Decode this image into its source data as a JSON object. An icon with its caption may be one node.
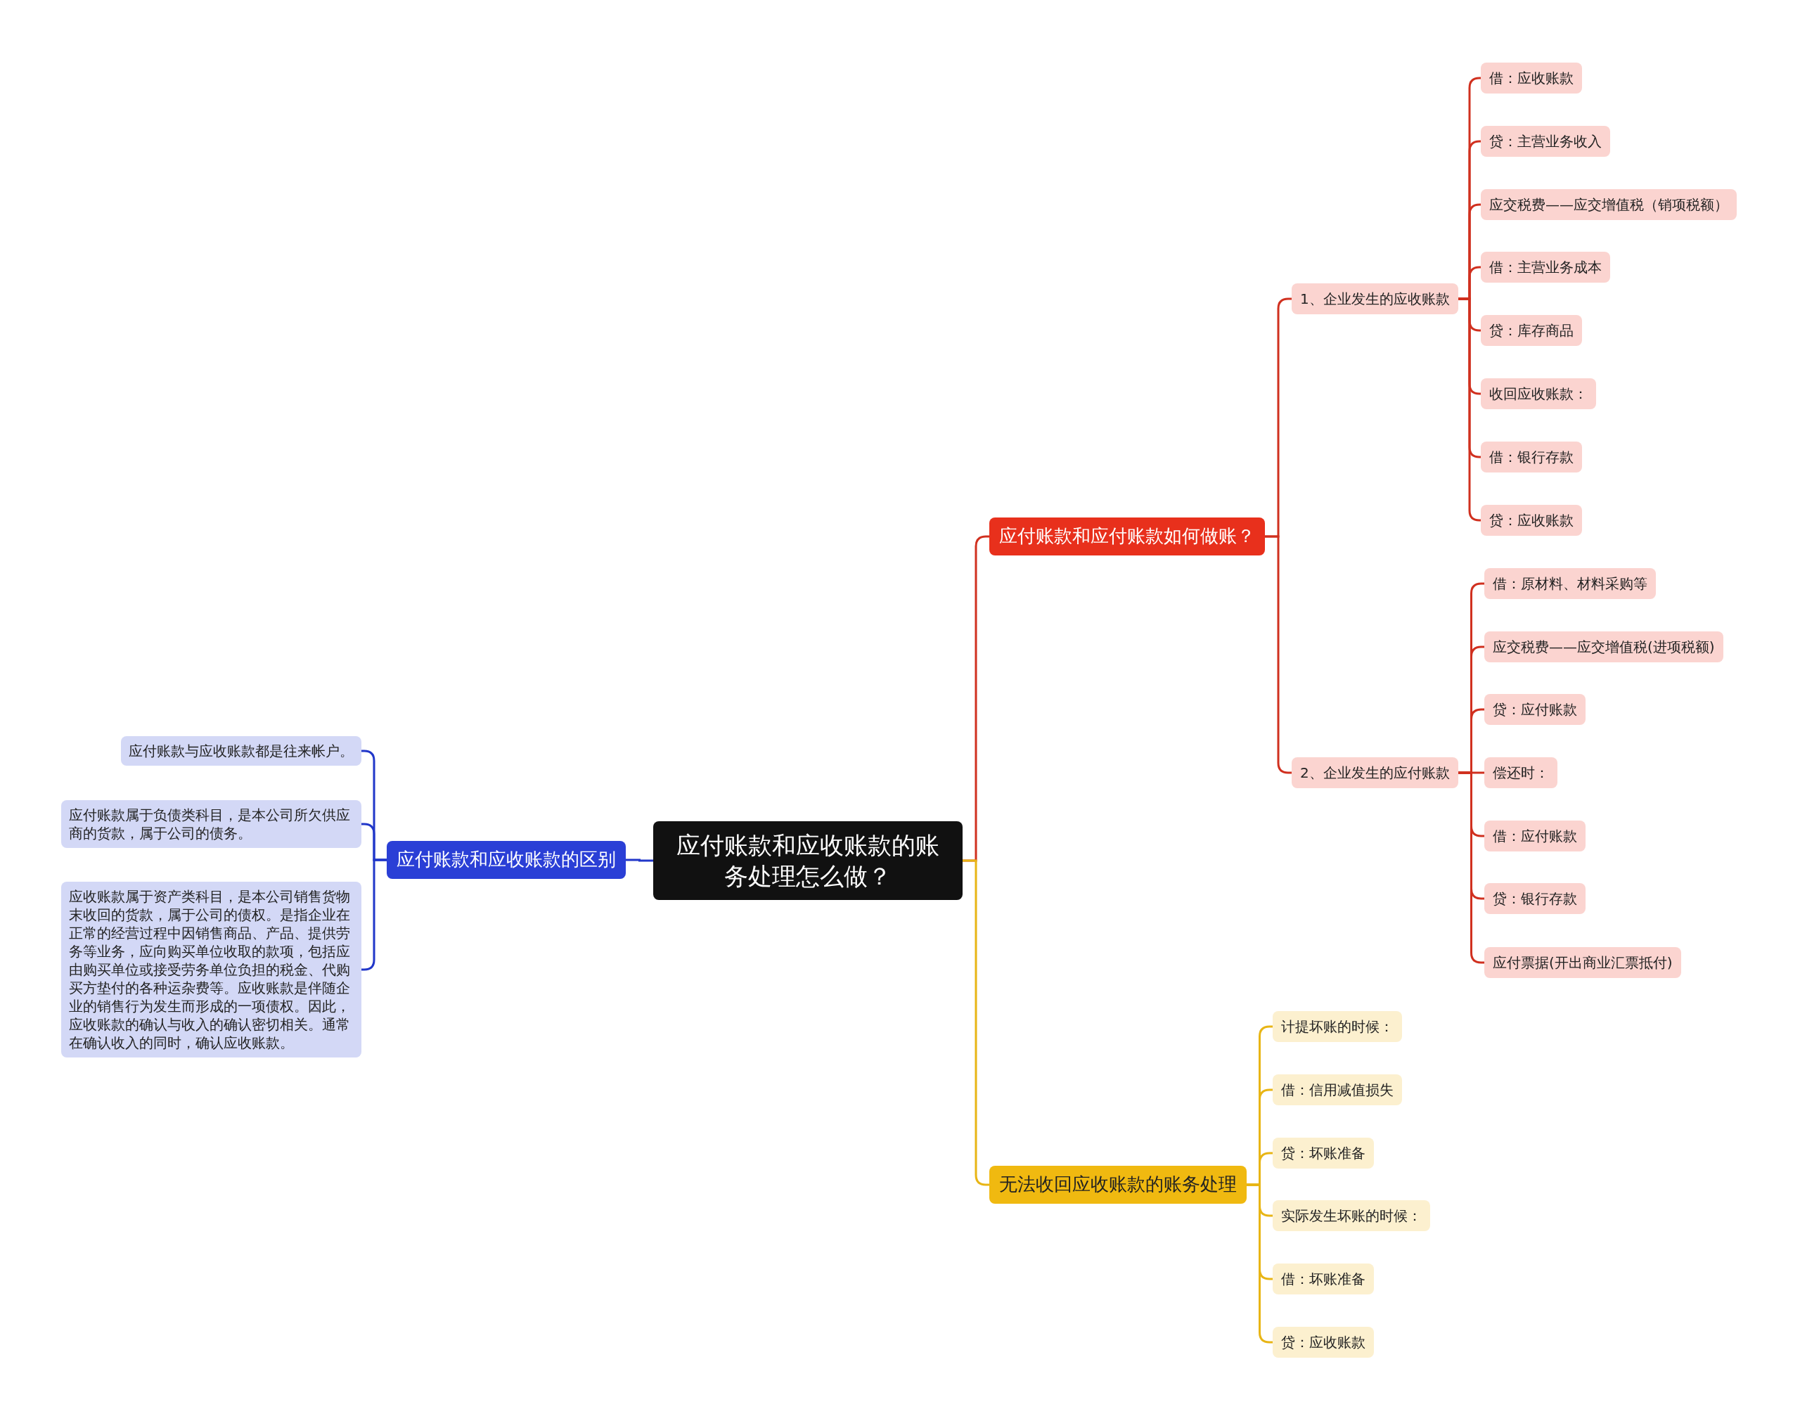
{
  "diagram": {
    "nodes": [
      {
        "text": [
          "应付账款和应收账款的账务处理怎么做？"
        ]
      },
      {
        "text": [
          "应付账款和应付账款如何做账？"
        ]
      },
      {
        "text": [
          "1、企业发生的应收账款"
        ]
      },
      {
        "text": [
          "借：应收账款"
        ]
      },
      {
        "text": [
          "贷：主营业务收入"
        ]
      },
      {
        "text": [
          "应交税费——应交增值税（销项税额）"
        ]
      },
      {
        "text": [
          "借：主营业务成本"
        ]
      },
      {
        "text": [
          "贷：库存商品"
        ]
      },
      {
        "text": [
          "收回应收账款："
        ]
      },
      {
        "text": [
          "借：银行存款"
        ]
      },
      {
        "text": [
          "贷：应收账款"
        ]
      },
      {
        "text": [
          "2、企业发生的应付账款"
        ]
      },
      {
        "text": [
          "借：原材料、材料采购等"
        ]
      },
      {
        "text": [
          "应交税费——应交增值税(进项税额)"
        ]
      },
      {
        "text": [
          "贷：应付账款"
        ]
      },
      {
        "text": [
          "偿还时："
        ]
      },
      {
        "text": [
          "借：应付账款"
        ]
      },
      {
        "text": [
          "贷：银行存款"
        ]
      },
      {
        "text": [
          "应付票据(开出商业汇票抵付)"
        ]
      },
      {
        "text": [
          "无法收回应收账款的账务处理"
        ]
      },
      {
        "text": [
          "计提坏账的时候："
        ]
      },
      {
        "text": [
          "借：信用减值损失"
        ]
      },
      {
        "text": [
          "贷：坏账准备"
        ]
      },
      {
        "text": [
          "实际发生坏账的时候："
        ]
      },
      {
        "text": [
          "借：坏账准备"
        ]
      },
      {
        "text": [
          "贷：应收账款"
        ]
      },
      {
        "text": [
          "应付账款和应收账款的区别"
        ]
      },
      {
        "text": [
          "应付账款与应收账款都是往来帐户。"
        ]
      },
      {
        "text": [
          "应付账款属于负债类科目，是本公司所欠供应商的货款，属于公司的债务。"
        ]
      },
      {
        "text": [
          "应收账款属于资产类科目，是本公司销售货物末收回的货款，属于公司的债权。是指企业在正常的经营过程中因销售商品、产品、提供劳务等业务，应向购买单位收取的款项，包括应由购买单位或接受劳务单位负担的税金、代购买方垫付的各种运杂费等。应收账款是伴随企业的销售行为发生而形成的一项债权。因此，应收账款的确认与收入的确认密切相关。通常在确认收入的同时，确认应收账款。"
        ]
      }
    ],
    "edges": [
      {
        "from": 0,
        "to": 1,
        "arrow": "none"
      },
      {
        "from": 0,
        "to": 19,
        "arrow": "none",
        "color": "#e8b515"
      },
      {
        "from": 0,
        "to": 26,
        "arrow": "none",
        "color": "#2137c9"
      },
      {
        "from": 1,
        "to": 2,
        "arrow": "none"
      },
      {
        "from": 1,
        "to": 11,
        "arrow": "none"
      },
      {
        "from": 2,
        "to": 3,
        "arrow": "none"
      },
      {
        "from": 2,
        "to": 4,
        "arrow": "none"
      },
      {
        "from": 2,
        "to": 5,
        "arrow": "none"
      },
      {
        "from": 2,
        "to": 6,
        "arrow": "none"
      },
      {
        "from": 2,
        "to": 7,
        "arrow": "none"
      },
      {
        "from": 2,
        "to": 8,
        "arrow": "none"
      },
      {
        "from": 2,
        "to": 9,
        "arrow": "none"
      },
      {
        "from": 2,
        "to": 10,
        "arrow": "none"
      },
      {
        "from": 11,
        "to": 12,
        "arrow": "none"
      },
      {
        "from": 11,
        "to": 13,
        "arrow": "none"
      },
      {
        "from": 11,
        "to": 14,
        "arrow": "none"
      },
      {
        "from": 11,
        "to": 15,
        "arrow": "none"
      },
      {
        "from": 11,
        "to": 16,
        "arrow": "none"
      },
      {
        "from": 11,
        "to": 17,
        "arrow": "none"
      },
      {
        "from": 11,
        "to": 18,
        "arrow": "none"
      },
      {
        "from": 19,
        "to": 20,
        "arrow": "none",
        "color": "#e8b515"
      },
      {
        "from": 19,
        "to": 21,
        "arrow": "none",
        "color": "#e8b515"
      },
      {
        "from": 19,
        "to": 22,
        "arrow": "none",
        "color": "#e8b515"
      },
      {
        "from": 19,
        "to": 23,
        "arrow": "none",
        "color": "#e8b515"
      },
      {
        "from": 19,
        "to": 24,
        "arrow": "none",
        "color": "#e8b515"
      },
      {
        "from": 19,
        "to": 25,
        "arrow": "none",
        "color": "#e8b515"
      },
      {
        "from": 26,
        "to": 27,
        "arrow": "none",
        "color": "#2137c9"
      },
      {
        "from": 26,
        "to": 28,
        "arrow": "none",
        "color": "#2137c9"
      },
      {
        "from": 26,
        "to": 29,
        "arrow": "none",
        "color": "#2137c9"
      }
    ]
  }
}
